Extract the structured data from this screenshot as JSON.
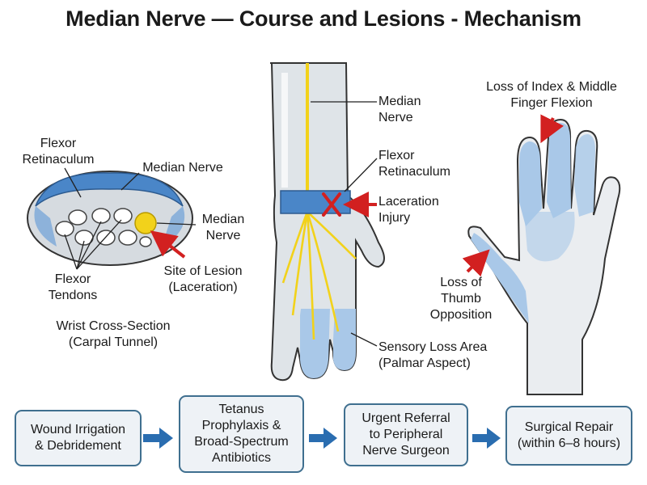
{
  "title": "Median Nerve — Course and Lesions - Mechanism",
  "cross_section": {
    "flexor_retinaculum": "Flexor\nRetinaculum",
    "median_nerve_top": "Median Nerve",
    "median_nerve_side": "Median\nNerve",
    "flexor_tendons": "Flexor\nTendons",
    "site_of_lesion": "Site of Lesion\n(Laceration)",
    "caption": "Wrist Cross-Section\n(Carpal Tunnel)"
  },
  "forearm": {
    "median_nerve": "Median\nNerve",
    "flexor_retinaculum": "Flexor\nRetinaculum",
    "laceration": "Laceration\nInjury",
    "sensory_loss": "Sensory Loss Area\n(Palmar Aspect)"
  },
  "hand": {
    "index_middle": "Loss of Index & Middle\nFinger Flexion",
    "thumb": "Loss of\nThumb\nOpposition"
  },
  "steps": [
    "Wound Irrigation\n& Debridement",
    "Tetanus\nProphylaxis &\nBroad-Spectrum\nAntibiotics",
    "Urgent Referral\nto Peripheral\nNerve Surgeon",
    "Surgical Repair\n(within 6–8 hours)"
  ],
  "colors": {
    "nerve": "#f2d21b",
    "retinaculum": "#4a86c8",
    "sensory_loss": "#a9c8e8",
    "lesion_arrow": "#d22020",
    "flow_arrow": "#2a6db0",
    "step_border": "#3f6f8f"
  }
}
